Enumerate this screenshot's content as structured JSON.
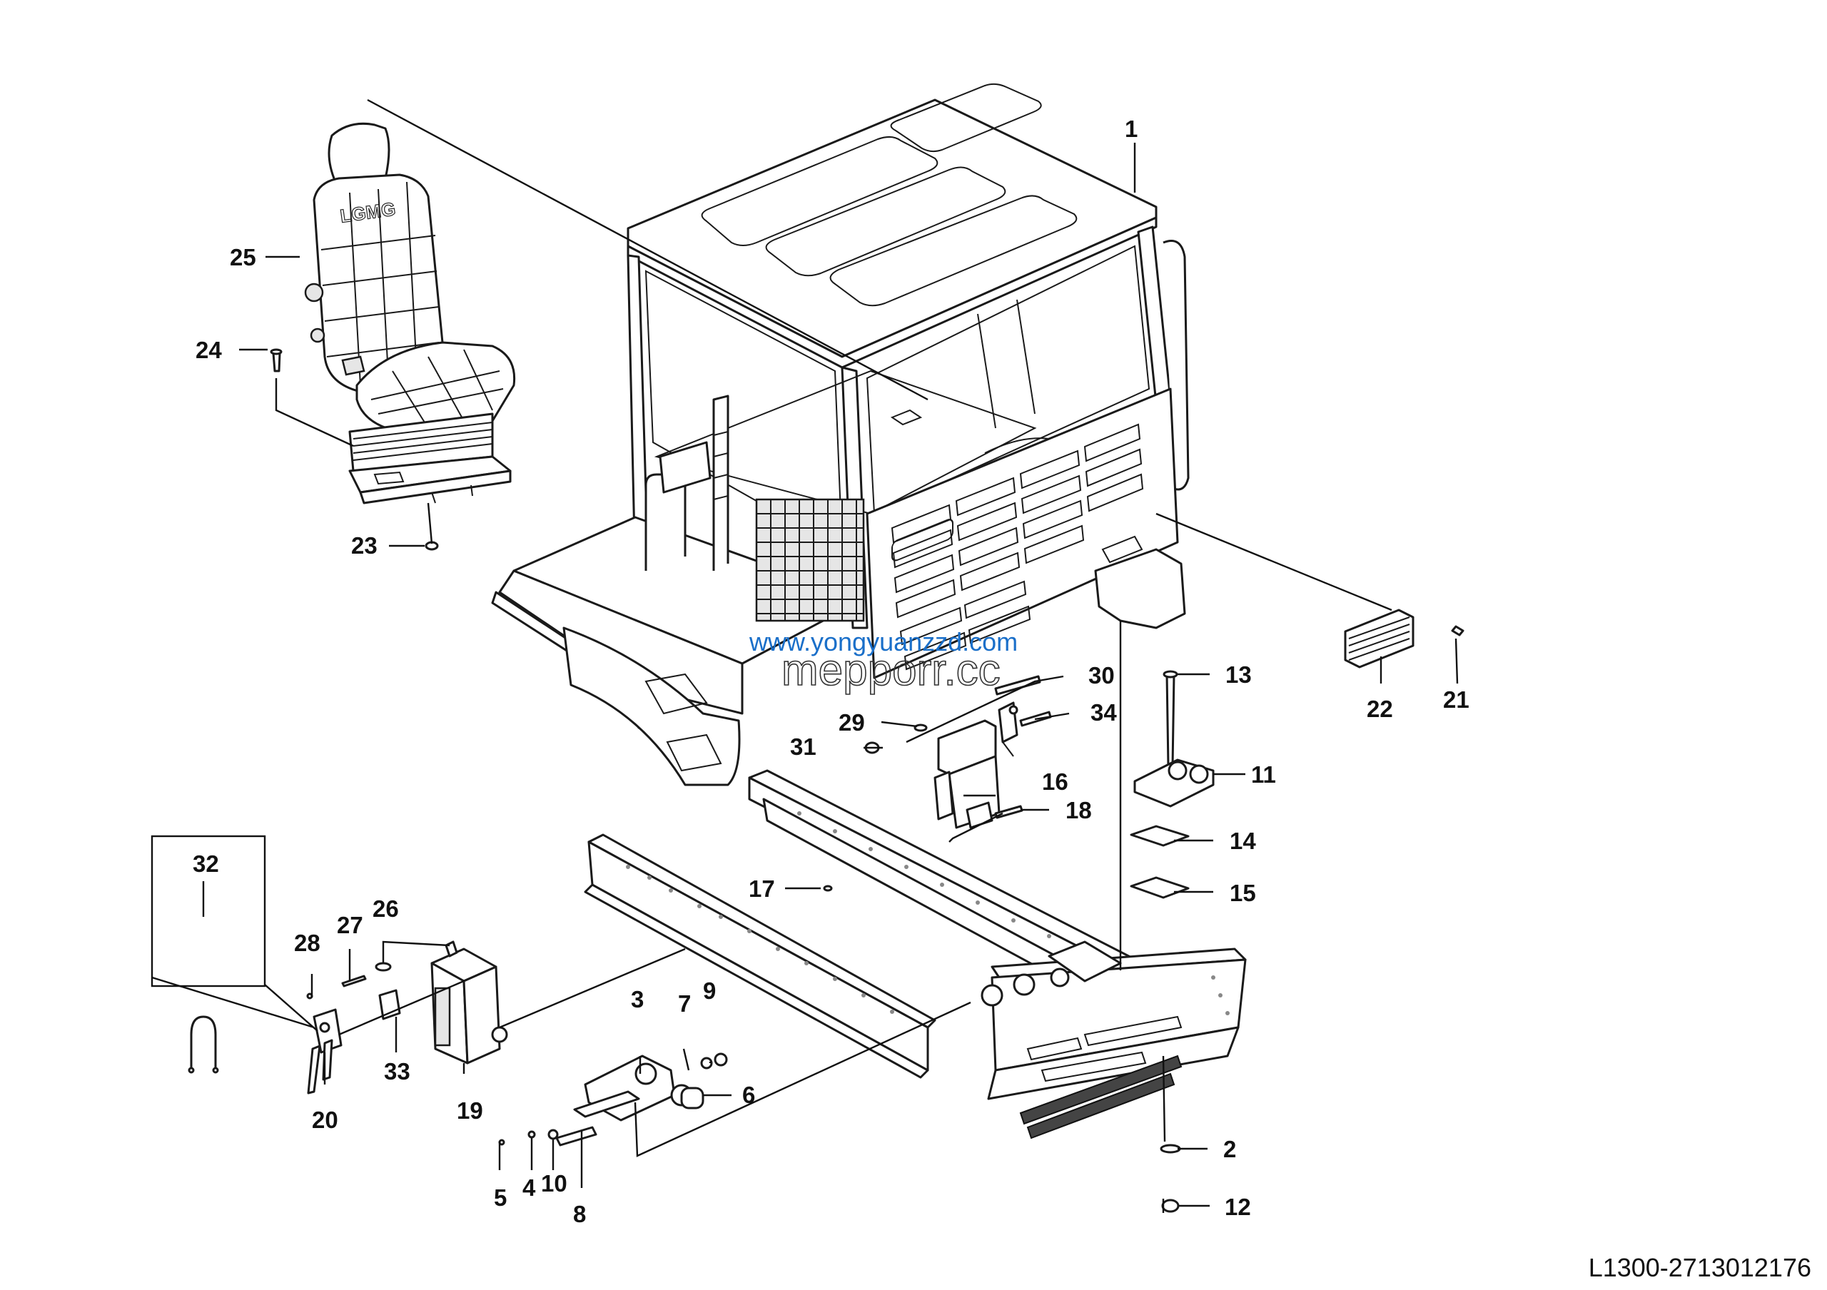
{
  "drawing_code": "L1300-2713012176",
  "watermark": {
    "url": "www.yongyuanzzd.com",
    "overlay": "mepporr.cc"
  },
  "callouts": [
    "1",
    "2",
    "3",
    "4",
    "5",
    "6",
    "7",
    "8",
    "9",
    "10",
    "11",
    "12",
    "13",
    "14",
    "15",
    "16",
    "17",
    "18",
    "19",
    "20",
    "21",
    "22",
    "23",
    "24",
    "25",
    "26",
    "27",
    "28",
    "29",
    "30",
    "31",
    "32",
    "33",
    "34"
  ],
  "seat": {
    "logo": "LGMG"
  },
  "colors": {
    "line": "#111111",
    "watermark_blue": "#1a6fc9"
  }
}
